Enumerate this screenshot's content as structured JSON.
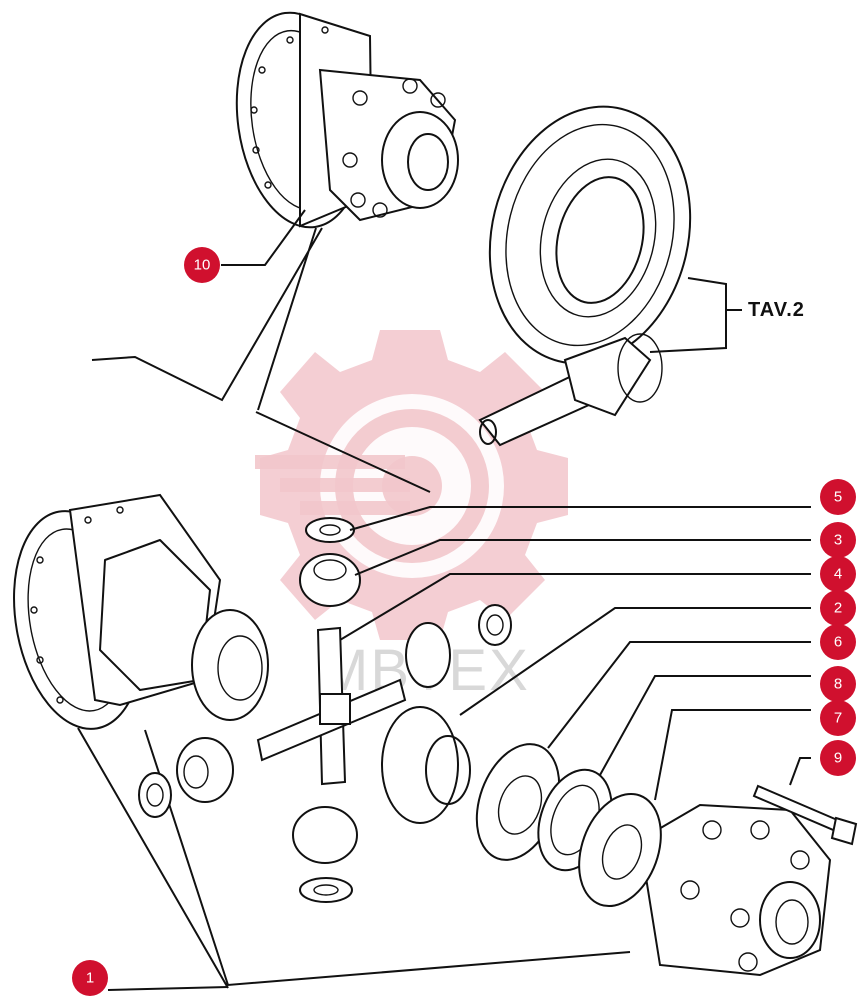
{
  "diagram": {
    "reference_label": "TAV.2",
    "watermark_text": "MBTEX",
    "callouts": [
      {
        "id": "callout-10",
        "label": "10"
      },
      {
        "id": "callout-5",
        "label": "5"
      },
      {
        "id": "callout-3",
        "label": "3"
      },
      {
        "id": "callout-4",
        "label": "4"
      },
      {
        "id": "callout-2",
        "label": "2"
      },
      {
        "id": "callout-6",
        "label": "6"
      },
      {
        "id": "callout-8",
        "label": "8"
      },
      {
        "id": "callout-7",
        "label": "7"
      },
      {
        "id": "callout-9",
        "label": "9"
      },
      {
        "id": "callout-1",
        "label": "1"
      }
    ],
    "colors": {
      "callout": "#d0102e",
      "ink": "#111111",
      "watermark": "#f2c6cb"
    }
  }
}
